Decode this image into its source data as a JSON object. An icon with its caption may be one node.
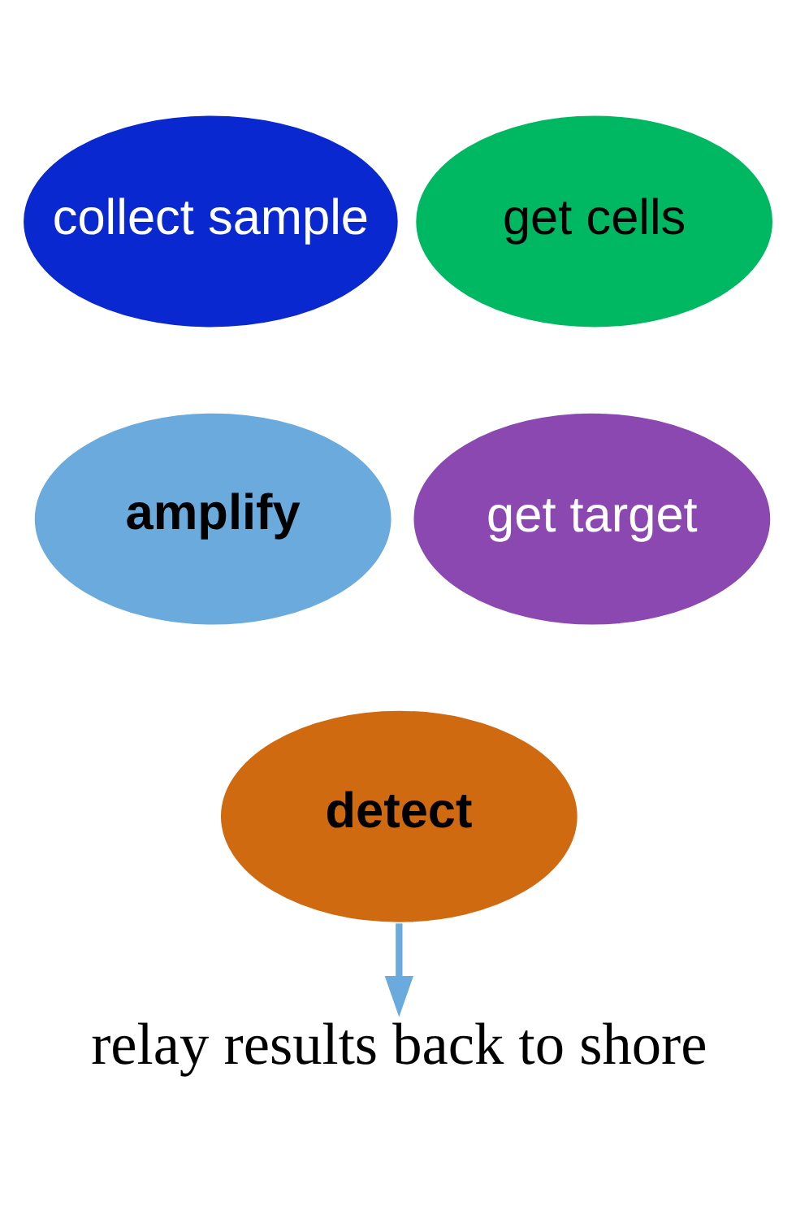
{
  "diagram": {
    "nodes": [
      {
        "text": [
          "collect sample"
        ]
      },
      {
        "text": [
          "get cells"
        ]
      },
      {
        "text": [
          "amplify"
        ]
      },
      {
        "text": [
          "get target"
        ]
      },
      {
        "text": [
          "detect"
        ]
      },
      {
        "text": [
          "relay results back to shore"
        ]
      }
    ],
    "edges": [
      {
        "from": 4,
        "to": 5,
        "arrow": "to",
        "color": "#6aaadc"
      }
    ]
  }
}
